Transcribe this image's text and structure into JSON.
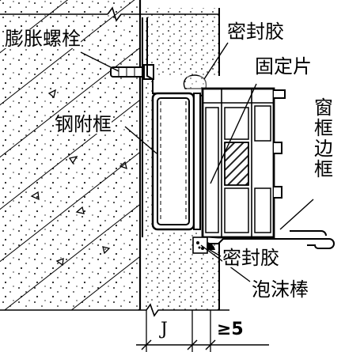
{
  "labels": {
    "expansion_bolt": "膨胀螺栓",
    "sealant_top": "密封胶",
    "fixing_plate": "固定片",
    "steel_subframe": "钢附框",
    "window_frame_edge": "窗框边框",
    "sealant_bottom": "密封胶",
    "foam_rod": "泡沫棒"
  },
  "dimensions": {
    "gap_label": "J",
    "min_label": "≥5"
  },
  "colors": {
    "line": "#000000",
    "background": "#ffffff",
    "insulation": "#222222"
  }
}
